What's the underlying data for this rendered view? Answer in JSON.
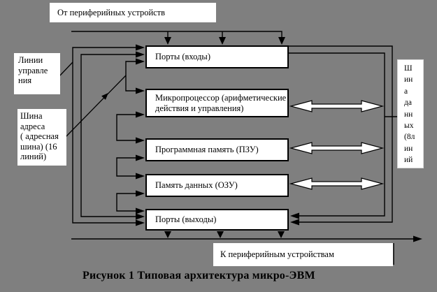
{
  "colors": {
    "background": "#7f7f7f",
    "box_bg": "#ffffff",
    "line": "#000000"
  },
  "top_label": "От периферийных устройств",
  "left_labels": {
    "control": "Линии\nуправле\nния",
    "address": "Шина\nадреса\n( адресная\nшина) (16\nлиний)"
  },
  "right_label": "Ш\nин\nа\nда\nнн\nых\n(8л\nин\nий",
  "blocks": [
    {
      "label": "Порты (входы)"
    },
    {
      "label": "Микропроцессор (арифметические\nдействия и управления)"
    },
    {
      "label": "Программная память (ПЗУ)"
    },
    {
      "label": "Память данных (ОЗУ)"
    },
    {
      "label": "Порты (выходы)"
    }
  ],
  "bottom_label": "К периферийным устройствам",
  "caption": "Рисунок 1  Типовая архитектура микро-ЭВМ"
}
